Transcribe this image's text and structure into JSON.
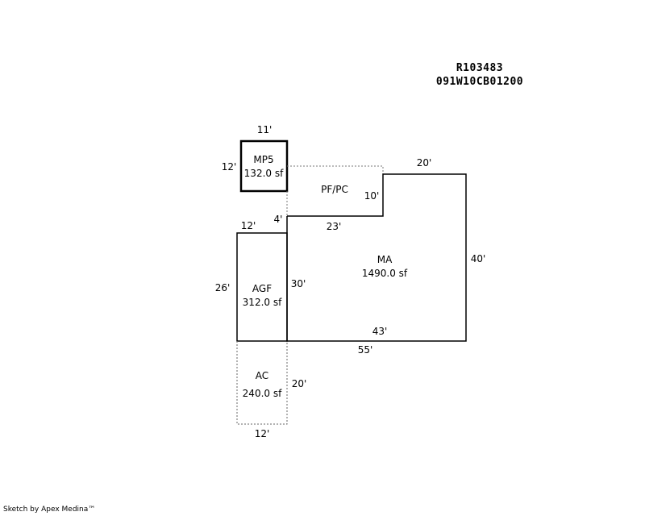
{
  "header": {
    "parcel_id": "R103483",
    "map_number": "091W10CB01200"
  },
  "credit": "Sketch by Apex Medina™",
  "areas": {
    "mp5": {
      "label": "MP5",
      "area": "132.0 sf"
    },
    "pfpc": {
      "label": "PF/PC"
    },
    "ma": {
      "label": "MA",
      "area": "1490.0 sf"
    },
    "agf": {
      "label": "AGF",
      "area": "312.0 sf"
    },
    "ac": {
      "label": "AC",
      "area": "240.0 sf"
    }
  },
  "dimensions": {
    "mp5_top": "11'",
    "mp5_left": "12'",
    "pfpc_right": "10'",
    "pfpc_left": "4'",
    "ma_top": "20'",
    "ma_right": "40'",
    "ma_notch_bottom": "23'",
    "ma_left": "30'",
    "ma_bottom": "43'",
    "total_bottom": "55'",
    "agf_top": "12'",
    "agf_left": "26'",
    "ac_right": "20'",
    "ac_bottom": "12'"
  }
}
